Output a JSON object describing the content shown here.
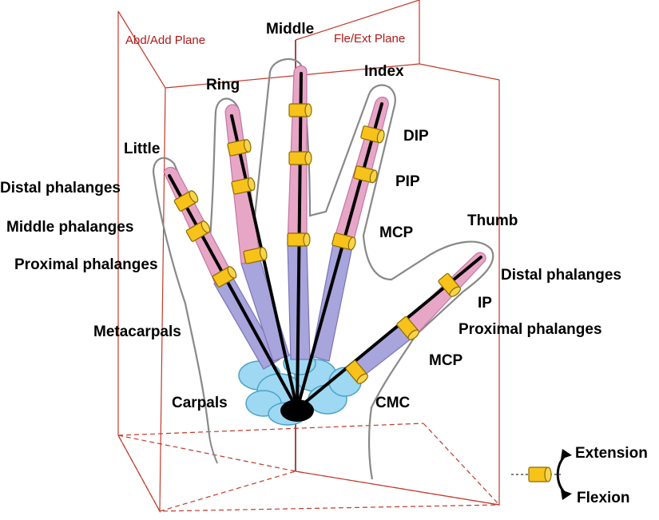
{
  "planes": {
    "abd_add": "Abd/Add Plane",
    "fle_ext": "Fle/Ext Plane"
  },
  "fingers": {
    "middle": "Middle",
    "ring": "Ring",
    "index": "Index",
    "little": "Little",
    "thumb": "Thumb"
  },
  "left_labels": {
    "distal": "Distal phalanges",
    "middle": "Middle phalanges",
    "proximal": "Proximal phalanges",
    "metacarpals": "Metacarpals",
    "carpals": "Carpals"
  },
  "finger_joints": {
    "dip": "DIP",
    "pip": "PIP",
    "mcp": "MCP"
  },
  "thumb_labels": {
    "distal": "Distal phalanges",
    "ip": "IP",
    "proximal": "Proximal phalanges",
    "mcp": "MCP",
    "cmc": "CMC"
  },
  "legend": {
    "extension": "Extension",
    "flexion": "Flexion"
  },
  "colors": {
    "plane": "#c0392b",
    "distal_bone": "#e8a6c7",
    "metacarpal_bone": "#a8a4dc",
    "carpal": "#9fd8f2",
    "joint": "#f7c21a"
  }
}
